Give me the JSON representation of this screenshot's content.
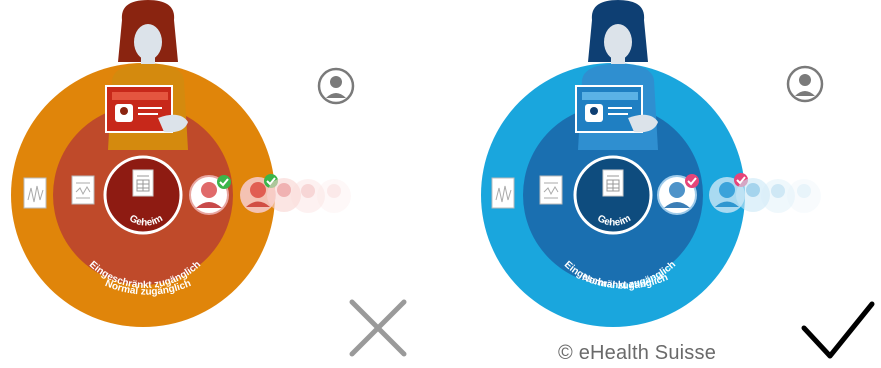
{
  "labels": {
    "inner_ring": "Geheim",
    "middle_ring": "Eingeschränkt zugänglich",
    "outer_ring": "Normal zugänglich"
  },
  "credit": "© eHealth Suisse",
  "verdicts": {
    "left": "wrong",
    "right": "correct"
  },
  "colors": {
    "left_outer": "#E0850A",
    "left_middle": "#BF4A2A",
    "left_inner": "#8E1B12",
    "right_outer": "#1AA6DD",
    "right_middle": "#1A6FB0",
    "right_inner": "#0E4C7E",
    "check_green": "#3CB54A",
    "check_pink": "#E5457A",
    "cross": "#9A9A9A"
  },
  "icons": [
    "patient-icon",
    "document-icon",
    "health-professional-icon",
    "checkmark-icon",
    "cross-icon"
  ]
}
